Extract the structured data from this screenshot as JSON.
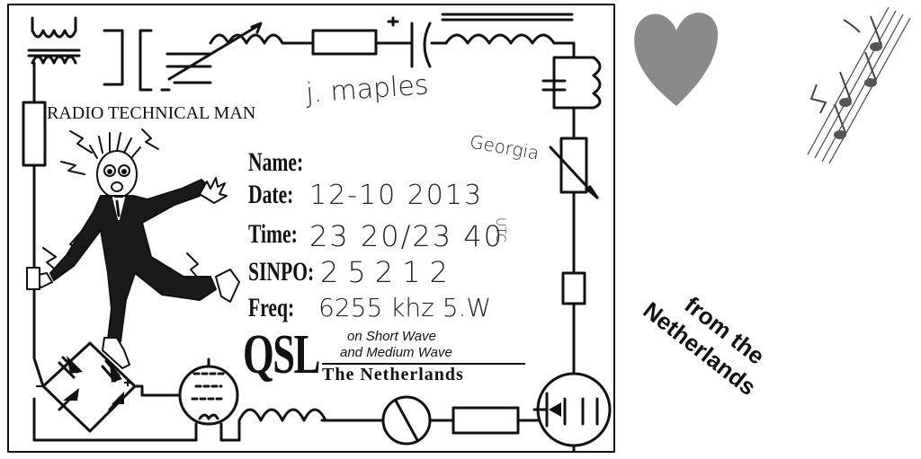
{
  "card": {
    "title": "RADIO TECHNICAL MAN",
    "signature": "j. maples",
    "location_note": "Georgia",
    "fields": [
      {
        "label": "Name:",
        "value": ""
      },
      {
        "label": "Date:",
        "value": "12-10 2013"
      },
      {
        "label": "Time:",
        "value": "23 20/23 40"
      },
      {
        "label": "SINPO:",
        "value": "25212"
      },
      {
        "label": "Freq:",
        "value": "6255 khz 5.W"
      }
    ],
    "time_suffix": "UTC",
    "qsl": "QSL",
    "subtitle_1": "on Short Wave",
    "subtitle_2": "and Medium Wave",
    "country": "The Netherlands"
  },
  "stamp": {
    "line1": "from the",
    "line2": "Netherlands"
  },
  "stickers": [
    "heart-sticker",
    "music-notes-sticker"
  ]
}
